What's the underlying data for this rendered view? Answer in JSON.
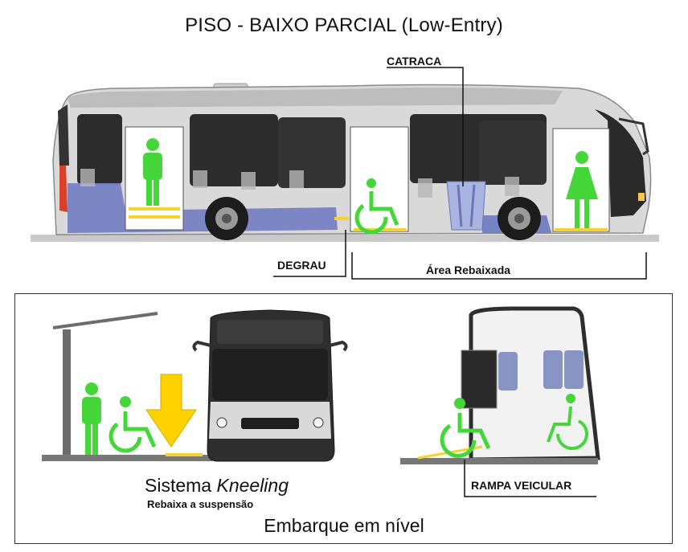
{
  "title": "PISO - BAIXO PARCIAL (Low-Entry)",
  "labels": {
    "catraca": "CATRACA",
    "degrau": "DEGRAU",
    "area_rebaixada": "Área Rebaixada",
    "rampa_veicular": "RAMPA VEICULAR"
  },
  "kneeling": {
    "prefix": "Sistema ",
    "emphasis": "Kneeling",
    "subtitle": "Rebaixa a suspensão"
  },
  "footer": "Embarque em nível",
  "colors": {
    "figure_green": "#45d63a",
    "body_blue": "#7782c4",
    "arrow_yellow": "#ffd200",
    "step_yellow": "#f5d230",
    "frame": "#333333"
  },
  "icons": [
    "person-standing-icon",
    "wheelchair-icon",
    "woman-icon",
    "down-arrow-icon",
    "turnstile-icon"
  ]
}
